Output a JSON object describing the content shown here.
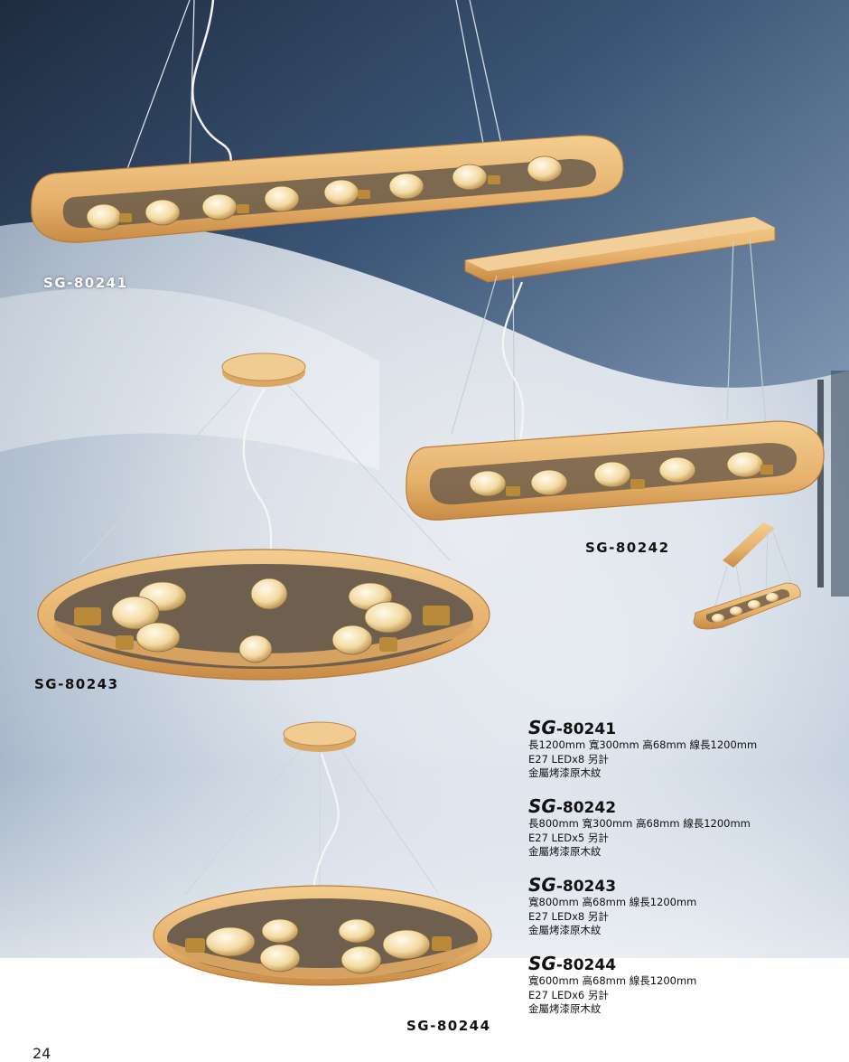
{
  "products": [
    {
      "id": "SG-80241",
      "label": "SG-80241",
      "prefix": "SG",
      "number": "-80241",
      "lines": [
        "長1200mm 寬300mm 高68mm 線長1200mm",
        "E27 LEDx8 另計",
        "金屬烤漆原木紋"
      ]
    },
    {
      "id": "SG-80242",
      "label": "SG-80242",
      "prefix": "SG",
      "number": "-80242",
      "lines": [
        "長800mm 寬300mm 高68mm 線長1200mm",
        "E27 LEDx5 另計",
        "金屬烤漆原木紋"
      ]
    },
    {
      "id": "SG-80243",
      "label": "SG-80243",
      "prefix": "SG",
      "number": "-80243",
      "lines": [
        "寬800mm 高68mm 線長1200mm",
        "E27 LEDx8 另計",
        "金屬烤漆原木紋"
      ]
    },
    {
      "id": "SG-80244",
      "label": "SG-80244",
      "prefix": "SG",
      "number": "-80244",
      "lines": [
        "寬600mm 高68mm 線長1200mm",
        "E27 LEDx6 另計",
        "金屬烤漆原木紋"
      ]
    }
  ],
  "page_number": "24",
  "colors": {
    "wood": "#e9b977",
    "wood_dark": "#c98d4a",
    "bulb": "#f3d9a1",
    "brass": "#b98a3a",
    "wall": "#2c3f5a"
  }
}
